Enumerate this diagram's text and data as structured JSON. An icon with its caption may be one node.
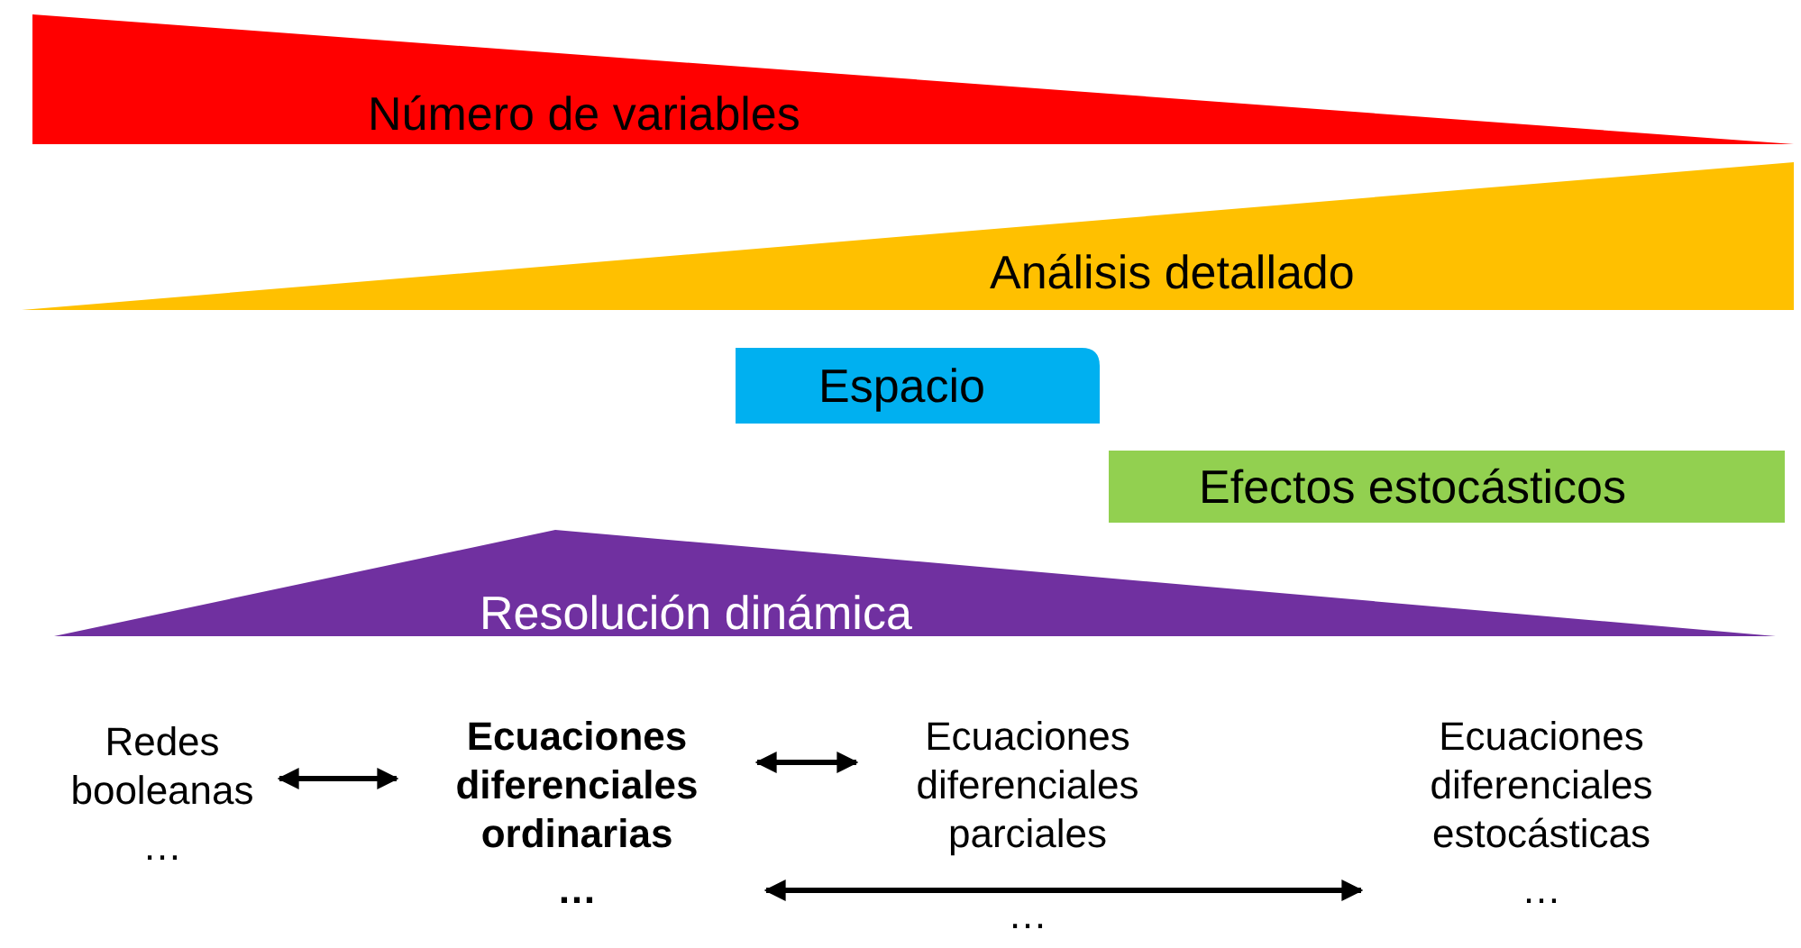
{
  "diagram": {
    "nodes": [
      {
        "text": [
          "Número de variables"
        ]
      },
      {
        "text": [
          "Análisis detallado"
        ]
      },
      {
        "text": [
          "Espacio"
        ]
      },
      {
        "text": [
          "Efectos estocásticos"
        ]
      },
      {
        "text": [
          "Resolución dinámica"
        ]
      },
      {
        "text": [
          "Redes booleanas",
          "…"
        ]
      },
      {
        "text": [
          "Ecuaciones diferenciales ordinarias",
          "…"
        ]
      },
      {
        "text": [
          "Ecuaciones diferenciales parciales",
          "…"
        ]
      },
      {
        "text": [
          "Ecuaciones diferenciales estocásticas",
          "…"
        ]
      }
    ],
    "edges": [
      {
        "from": 5,
        "to": 6,
        "arrow": "both"
      },
      {
        "from": 6,
        "to": 7,
        "arrow": "both"
      },
      {
        "from": 6,
        "to": 8,
        "arrow": "both"
      }
    ]
  }
}
